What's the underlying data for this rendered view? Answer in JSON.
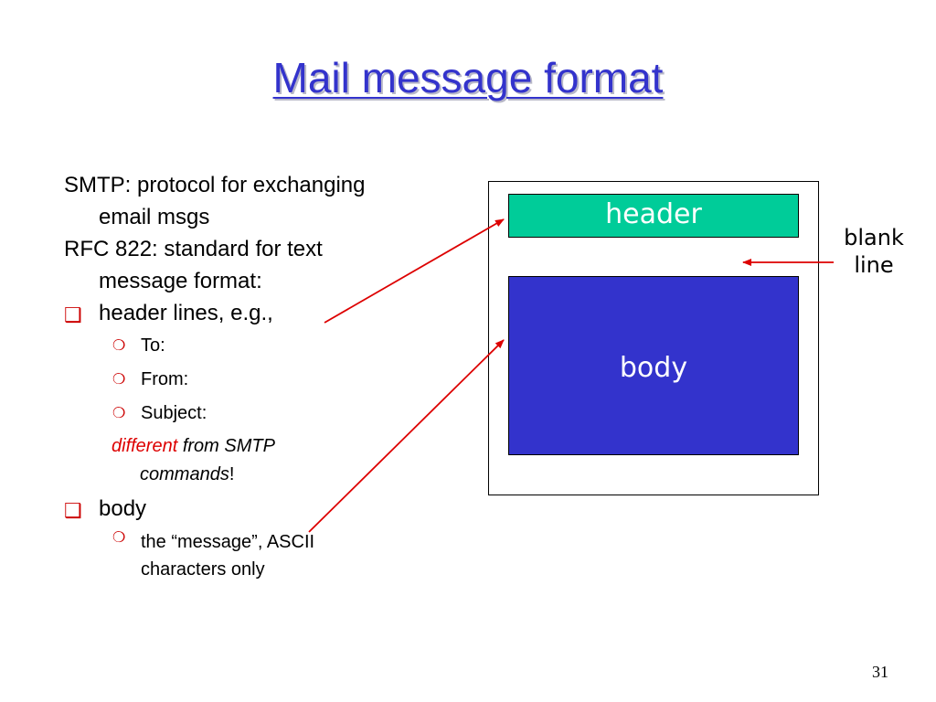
{
  "slide": {
    "title": "Mail message format",
    "page_number": "31"
  },
  "content": {
    "smtp_line1": "SMTP: protocol for exchanging",
    "smtp_line2": "email msgs",
    "rfc_line1": "RFC 822: standard for text",
    "rfc_line2": "message format:",
    "header_bullet": "header lines, e.g.,",
    "header_items": [
      "To:",
      "From:",
      "Subject:"
    ],
    "note_red": "different",
    "note_rest": " from SMTP",
    "note_line2": "commands",
    "note_excl": "!",
    "body_bullet": "body",
    "body_item_line1": "the “message”, ASCII",
    "body_item_line2": "characters only"
  },
  "diagram": {
    "header_label": "header",
    "body_label": "body",
    "blank_line_label_1": "blank",
    "blank_line_label_2": "line",
    "header_color": "#00cc99",
    "body_color": "#3333cc",
    "arrow_color": "#dd0000"
  }
}
